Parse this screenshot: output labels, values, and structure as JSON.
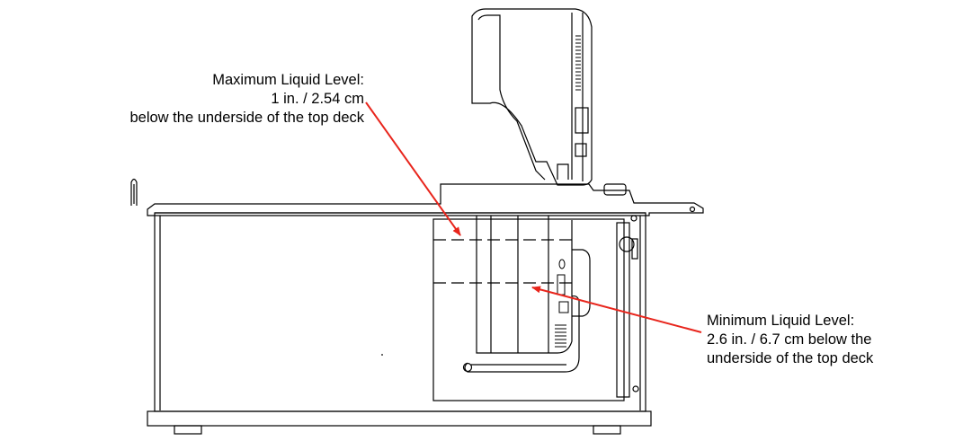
{
  "callouts": {
    "maximum": {
      "lines": [
        "Maximum Liquid Level:",
        "1 in. / 2.54 cm",
        "below the underside of the top deck"
      ]
    },
    "minimum": {
      "lines": [
        "Minimum Liquid Level:",
        "2.6 in. / 6.7 cm below the",
        "underside of the top deck"
      ]
    }
  },
  "colors": {
    "line": "#000000",
    "arrow": "#e8251c",
    "background": "#ffffff"
  }
}
